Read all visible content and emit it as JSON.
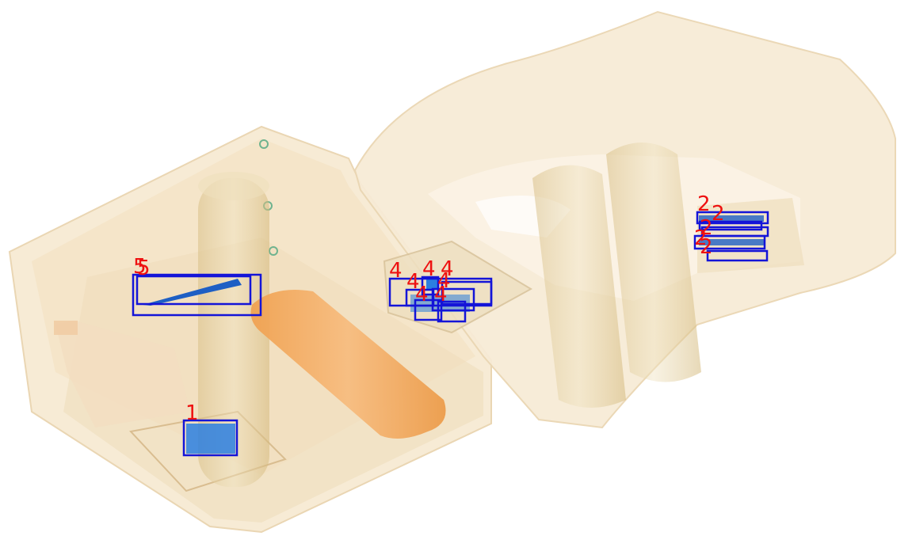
{
  "colors": {
    "background": "#ffffff",
    "luggage_tint": "#f6e7cc",
    "luggage_edge": "#e6cfa8",
    "organic_orange": "#f2a860",
    "cylinder_tint": "#e7d3a3",
    "metal_blue": "#1f6fd6",
    "box_stroke": "#1414d8",
    "label_red": "#ee1111"
  },
  "detections": [
    {
      "label": "1",
      "icon": "threat-object-1"
    },
    {
      "label": "2",
      "icon": "threat-object-2"
    },
    {
      "label": "2",
      "icon": "threat-object-2"
    },
    {
      "label": "2",
      "icon": "threat-object-2"
    },
    {
      "label": "2",
      "icon": "threat-object-2"
    },
    {
      "label": "2",
      "icon": "threat-object-2"
    },
    {
      "label": "4",
      "icon": "threat-object-4"
    },
    {
      "label": "4",
      "icon": "threat-object-4"
    },
    {
      "label": "4",
      "icon": "threat-object-4"
    },
    {
      "label": "4",
      "icon": "threat-object-4"
    },
    {
      "label": "4",
      "icon": "threat-object-4"
    },
    {
      "label": "4",
      "icon": "threat-object-4"
    },
    {
      "label": "4",
      "icon": "threat-object-4"
    },
    {
      "label": "5",
      "icon": "threat-object-5"
    },
    {
      "label": "5",
      "icon": "threat-object-5"
    }
  ]
}
